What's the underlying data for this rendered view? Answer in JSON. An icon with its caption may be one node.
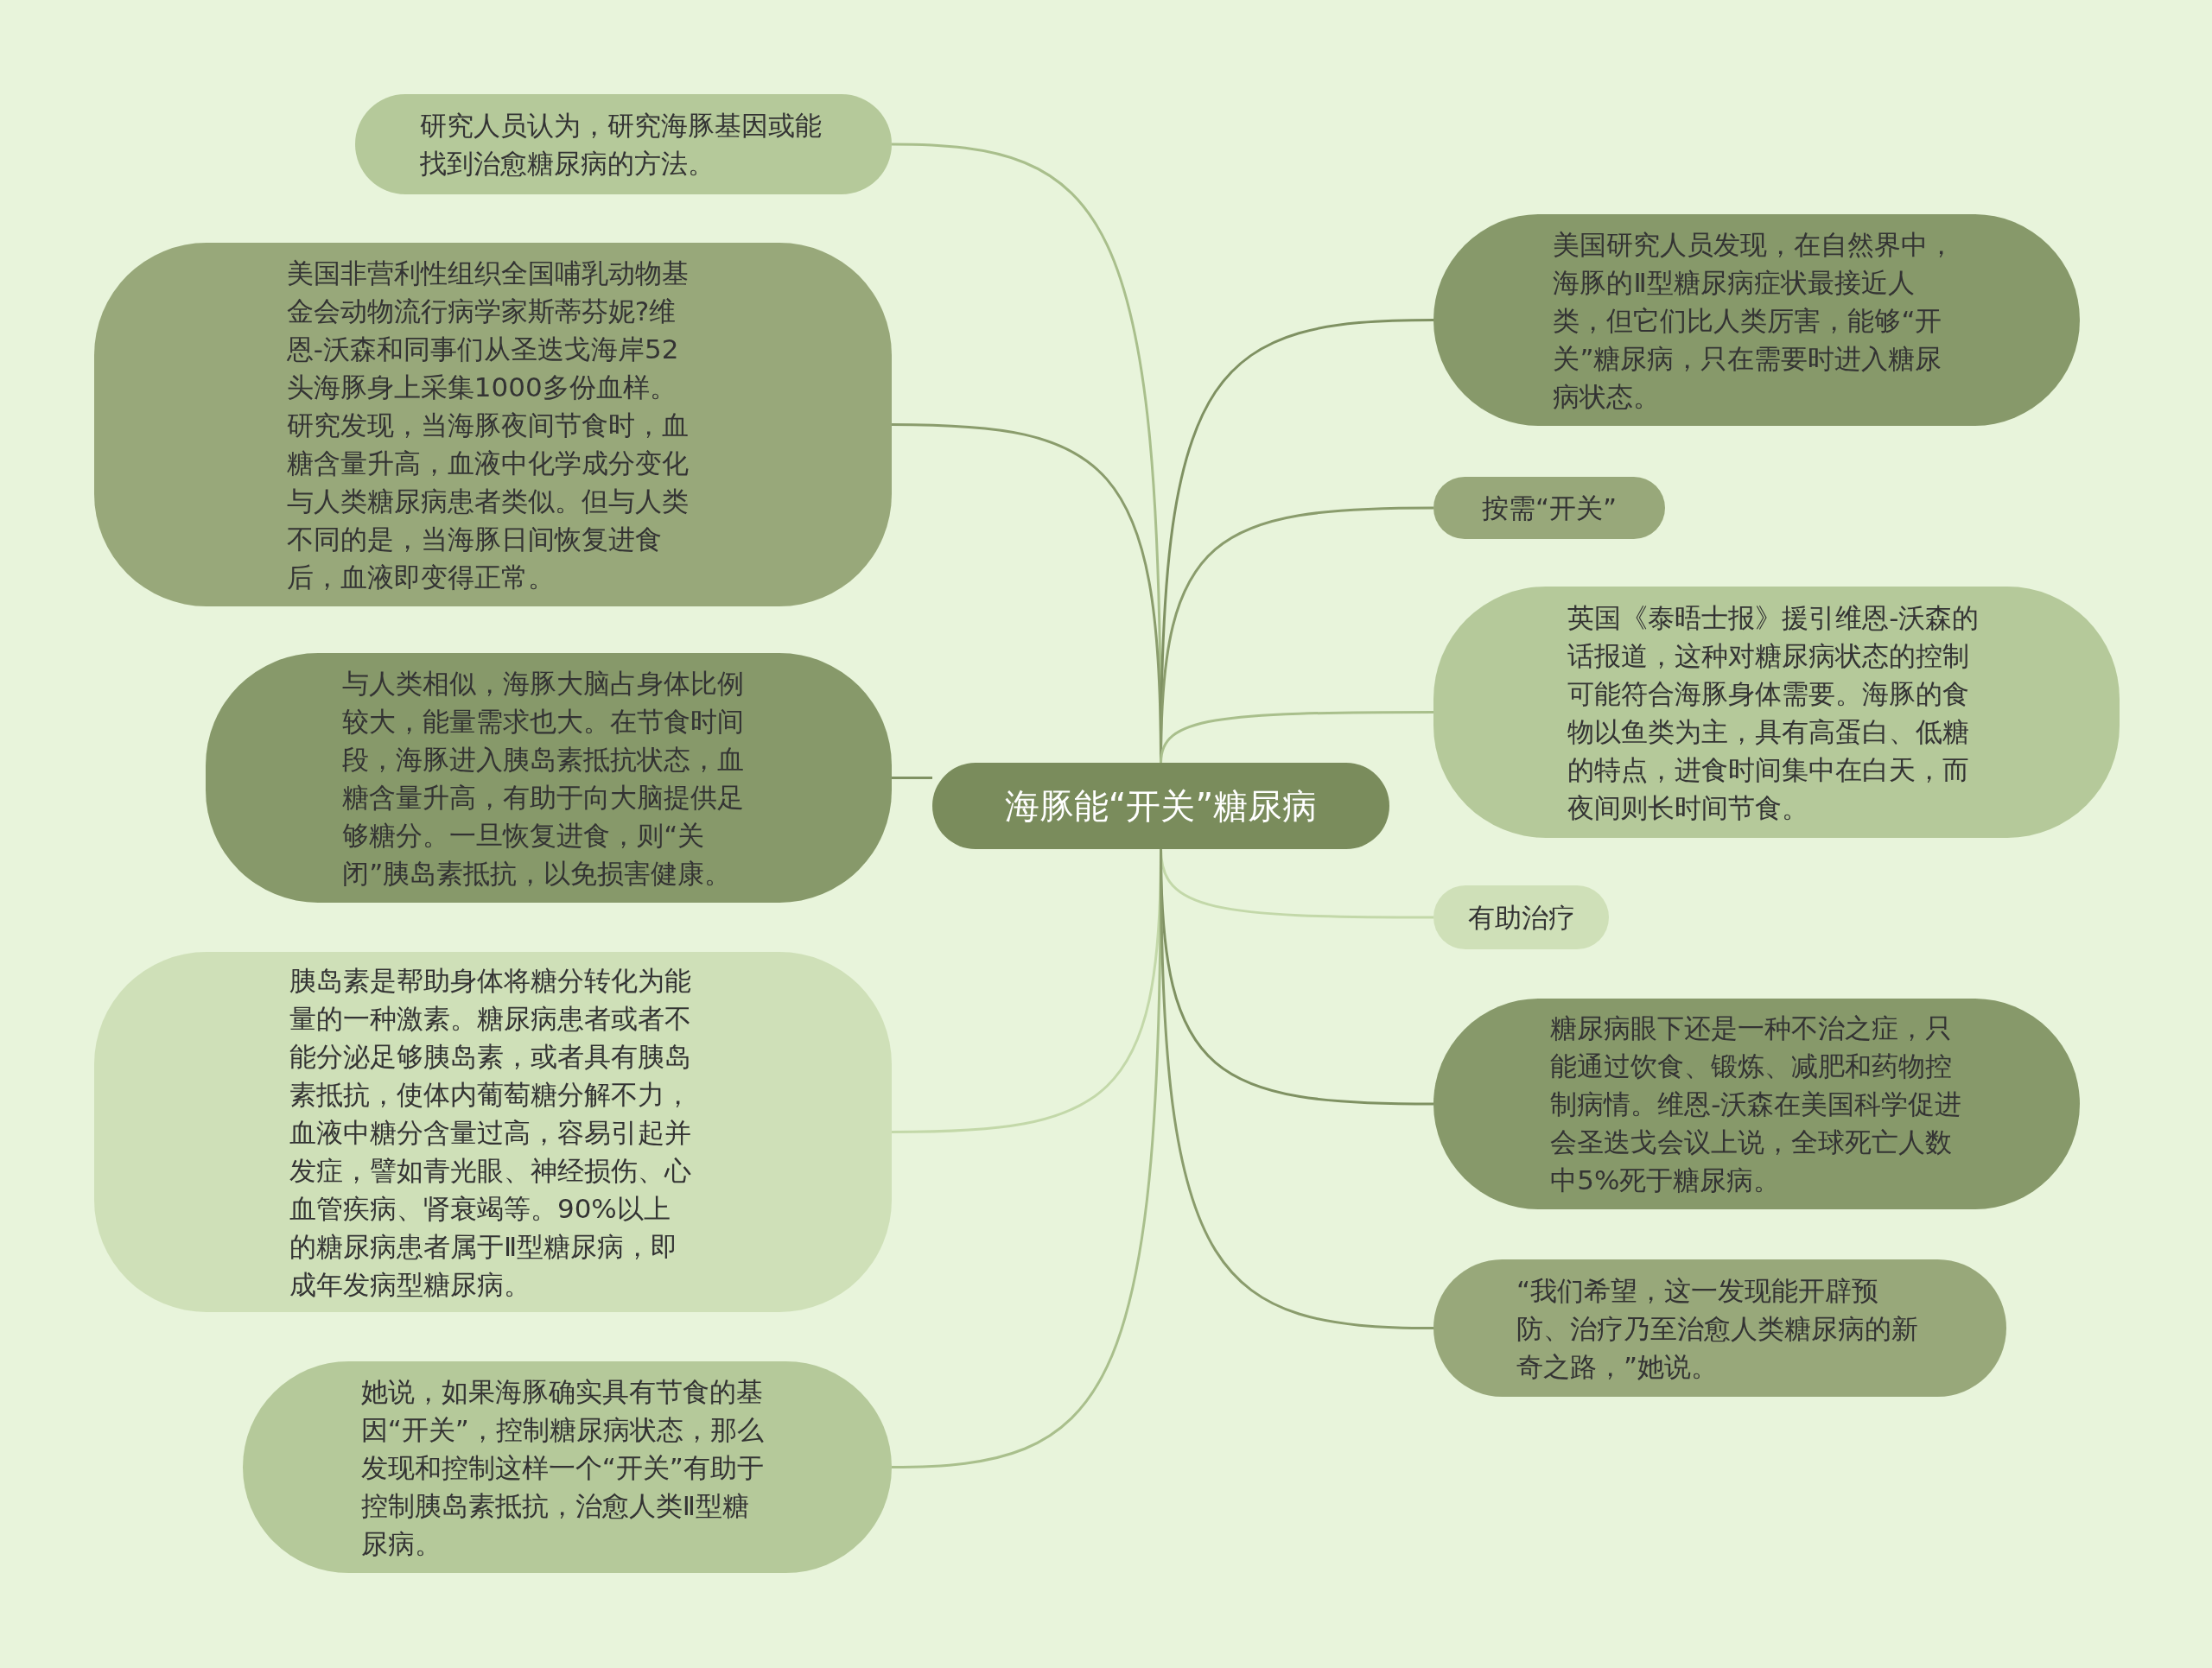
{
  "diagram": {
    "nodes": [
      {
        "text": [
          "海豚能“开关”糖尿病"
        ]
      },
      {
        "text": [
          "研究人员认为，研究海豚基因或能找到治愈糖尿病的方法。"
        ]
      },
      {
        "text": [
          "美国非营利性组织全国哺乳动物基金会动物流行病学家斯蒂芬妮?维恩-沃森和同事们从圣迭戈海岸52头海豚身上采集1000多份血样。研究发现，当海豚夜间节食时，血糖含量升高，血液中化学成分变化与人类糖尿病患者类似。但与人类不同的是，当海豚日间恢复进食后，血液即变得正常。"
        ]
      },
      {
        "text": [
          "与人类相似，海豚大脑占身体比例较大，能量需求也大。在节食时间段，海豚进入胰岛素抵抗状态，血糖含量升高，有助于向大脑提供足够糖分。一旦恢复进食，则“关闭”胰岛素抵抗，以免损害健康。"
        ]
      },
      {
        "text": [
          "胰岛素是帮助身体将糖分转化为能量的一种激素。糖尿病患者或者不能分泌足够胰岛素，或者具有胰岛素抵抗，使体内葡萄糖分解不力，血液中糖分含量过高，容易引起并发症，譬如青光眼、神经损伤、心血管疾病、肾衰竭等。90%以上的糖尿病患者属于Ⅱ型糖尿病，即成年发病型糖尿病。"
        ]
      },
      {
        "text": [
          "她说，如果海豚确实具有节食的基因“开关”，控制糖尿病状态，那么发现和控制这样一个“开关”有助于控制胰岛素抵抗，治愈人类Ⅱ型糖尿病。"
        ]
      },
      {
        "text": [
          "美国研究人员发现，在自然界中，海豚的Ⅱ型糖尿病症状最接近人类，但它们比人类厉害，能够“开关”糖尿病，只在需要时进入糖尿病状态。"
        ]
      },
      {
        "text": [
          "按需“开关”"
        ]
      },
      {
        "text": [
          "英国《泰晤士报》援引维恩-沃森的话报道，这种对糖尿病状态的控制可能符合海豚身体需要。海豚的食物以鱼类为主，具有高蛋白、低糖的特点，进食时间集中在白天，而夜间则长时间节食。"
        ]
      },
      {
        "text": [
          "有助治疗"
        ]
      },
      {
        "text": [
          "糖尿病眼下还是一种不治之症，只能通过饮食、锻炼、减肥和药物控制病情。维恩-沃森在美国科学促进会圣迭戈会议上说，全球死亡人数中5%死于糖尿病。"
        ]
      },
      {
        "text": [
          "“我们希望，这一发现能开辟预防、治疗乃至治愈人类糖尿病的新奇之路，”她说。"
        ]
      }
    ],
    "edges": [
      {
        "from": 0,
        "to": 1,
        "arrow": "none"
      },
      {
        "from": 0,
        "to": 2,
        "arrow": "none"
      },
      {
        "from": 0,
        "to": 3,
        "arrow": "none"
      },
      {
        "from": 0,
        "to": 4,
        "arrow": "none"
      },
      {
        "from": 0,
        "to": 5,
        "arrow": "none"
      },
      {
        "from": 0,
        "to": 6,
        "arrow": "none"
      },
      {
        "from": 0,
        "to": 7,
        "arrow": "none"
      },
      {
        "from": 0,
        "to": 8,
        "arrow": "none"
      },
      {
        "from": 0,
        "to": 9,
        "arrow": "none"
      },
      {
        "from": 0,
        "to": 10,
        "arrow": "none"
      },
      {
        "from": 0,
        "to": 11,
        "arrow": "none"
      }
    ]
  }
}
